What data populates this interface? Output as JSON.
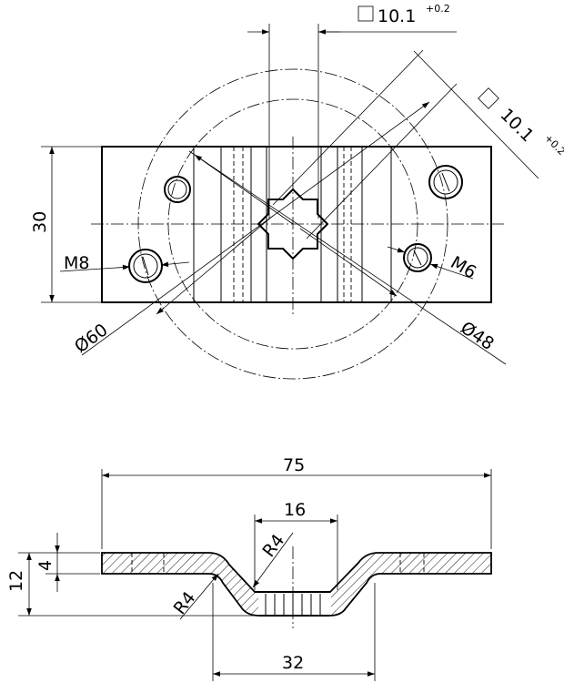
{
  "dimensions": {
    "square_top": "10.1",
    "square_top_tol": "+0.2",
    "square_right": "10.1",
    "square_right_tol": "+0.2",
    "height_30": "30",
    "thread_m8": "M8",
    "thread_m6": "M6",
    "dia_60": "Ø60",
    "dia_48": "Ø48",
    "length_75": "75",
    "width_16": "16",
    "radius_top": "R4",
    "radius_bottom": "R4",
    "height_12": "12",
    "thickness_4": "4",
    "span_32": "32"
  }
}
